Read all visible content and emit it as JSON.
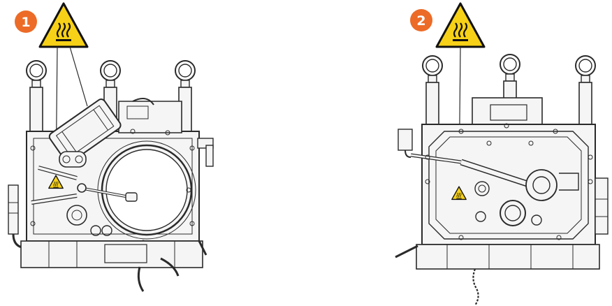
{
  "figure": {
    "views": [
      {
        "id": "view-1",
        "badge": "1",
        "warning_icon": "hot-surface-warning-icon",
        "small_warning_icon": "hot-surface-warning-icon",
        "subject": "engine-unit-side-view-with-round-port"
      },
      {
        "id": "view-2",
        "badge": "2",
        "warning_icon": "hot-surface-warning-icon",
        "small_warning_icon": "hot-surface-warning-icon",
        "subject": "engine-unit-opposite-side-view"
      }
    ],
    "colors": {
      "badge": "#ec6b27",
      "warning_fill": "#f7d117",
      "warning_border": "#111111",
      "line": "#2a2a2a",
      "body_fill": "#f5f5f5"
    }
  }
}
